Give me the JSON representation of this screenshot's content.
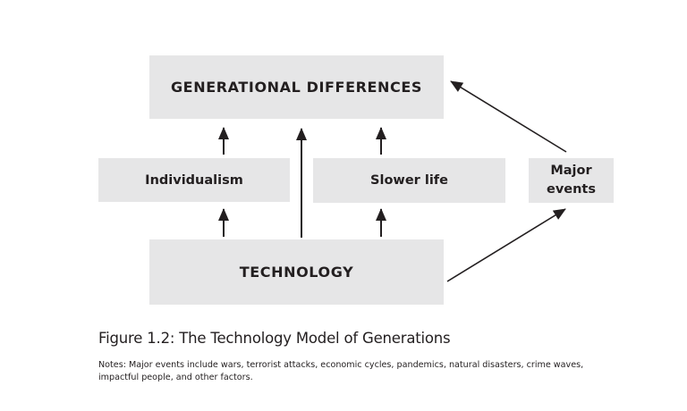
{
  "diagram": {
    "nodes": {
      "generational_differences": "GENERATIONAL DIFFERENCES",
      "individualism": "Individualism",
      "slower_life": "Slower life",
      "major_events": "Major\nevents",
      "technology": "TECHNOLOGY"
    },
    "edges": [
      {
        "from": "TECHNOLOGY",
        "to": "Individualism"
      },
      {
        "from": "TECHNOLOGY",
        "to": "Slower life"
      },
      {
        "from": "TECHNOLOGY",
        "to": "GENERATIONAL DIFFERENCES"
      },
      {
        "from": "Individualism",
        "to": "GENERATIONAL DIFFERENCES"
      },
      {
        "from": "Slower life",
        "to": "GENERATIONAL DIFFERENCES"
      },
      {
        "from": "TECHNOLOGY",
        "to": "Major events"
      },
      {
        "from": "Major events",
        "to": "GENERATIONAL DIFFERENCES"
      }
    ],
    "colors": {
      "box_fill": "#e6e6e7",
      "text": "#231f20",
      "arrow": "#231f20"
    }
  },
  "caption": "Figure 1.2: The Technology Model of Generations",
  "notes": "Notes: Major events include wars, terrorist attacks, economic cycles, pandemics, natural disasters, crime waves, impactful people, and other factors."
}
